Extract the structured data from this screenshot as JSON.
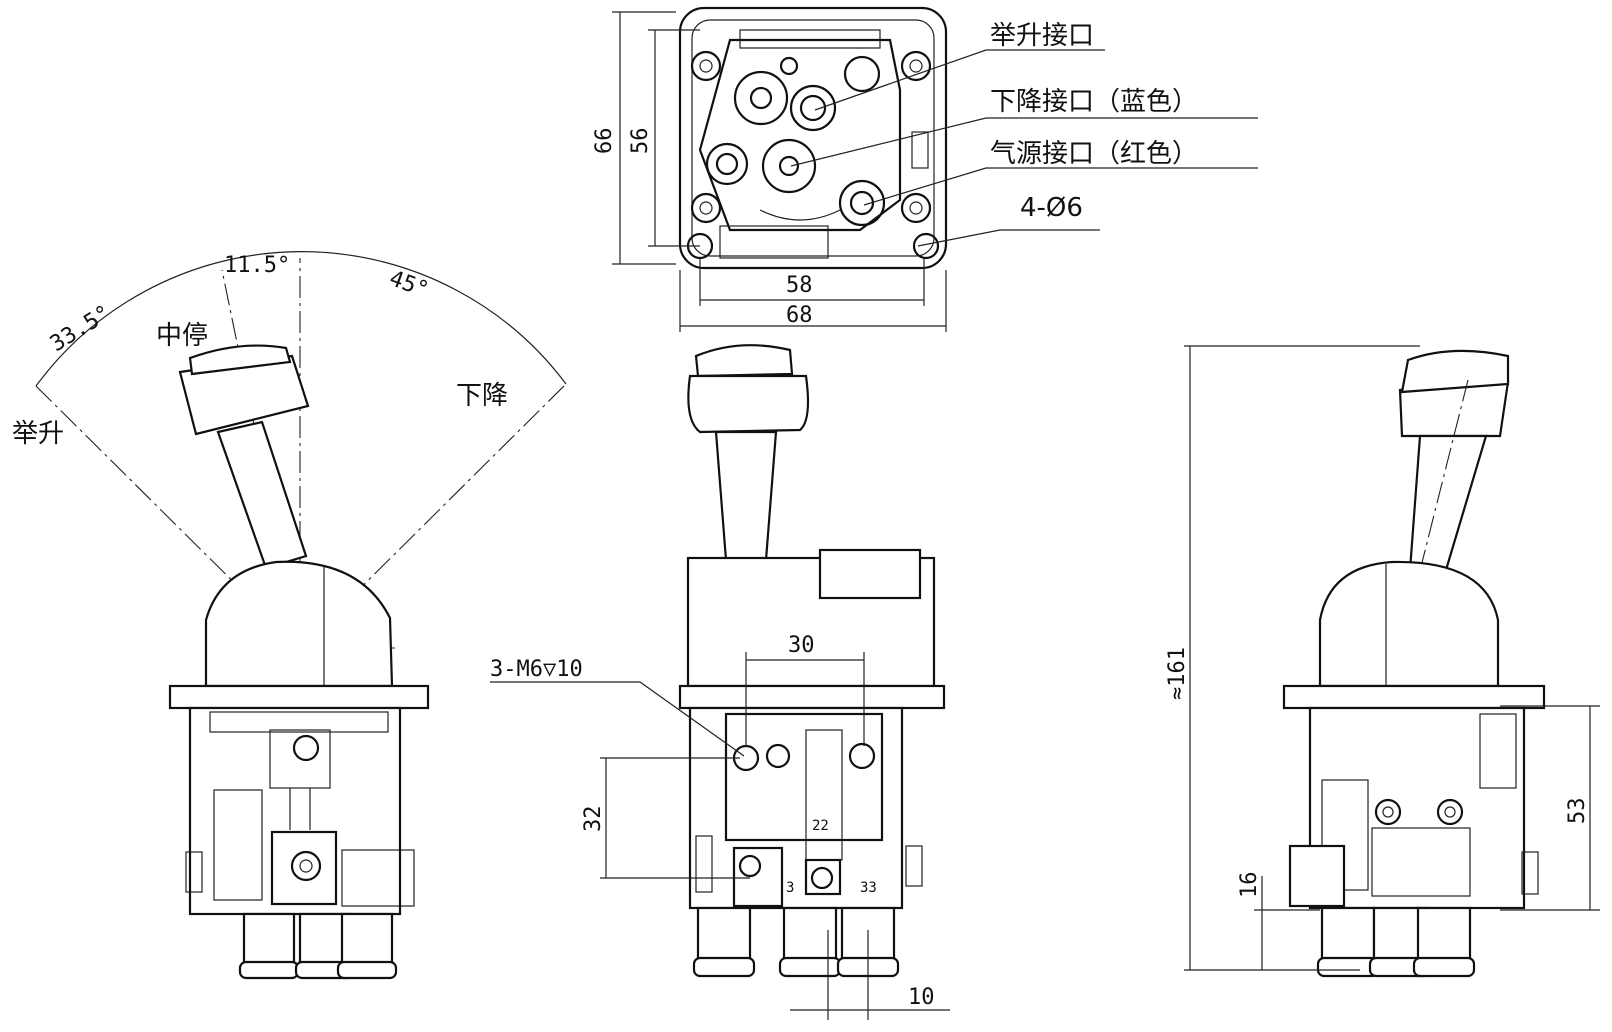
{
  "top_view": {
    "callouts": {
      "lift_port": "举升接口",
      "lower_port": "下降接口（蓝色）",
      "air_port": "气源接口（红色）",
      "holes": "4-Ø6"
    },
    "dims": {
      "outer_h": "66",
      "inner_h": "56",
      "inner_w": "58",
      "outer_w": "68"
    }
  },
  "left_view": {
    "angles": {
      "a1": "11.5°",
      "a2": "33.5°",
      "a3": "45°"
    },
    "positions": {
      "neutral": "中停",
      "lift": "举升",
      "lower": "下降"
    }
  },
  "front_view": {
    "dims": {
      "thread": "3-M6▽10",
      "spacing": "30",
      "height": "32",
      "pitch": "10"
    },
    "marks": {
      "m22": "22",
      "m3": "3",
      "m33": "33"
    }
  },
  "right_view": {
    "dims": {
      "total": "≈161",
      "h53": "53",
      "h16": "16"
    }
  }
}
